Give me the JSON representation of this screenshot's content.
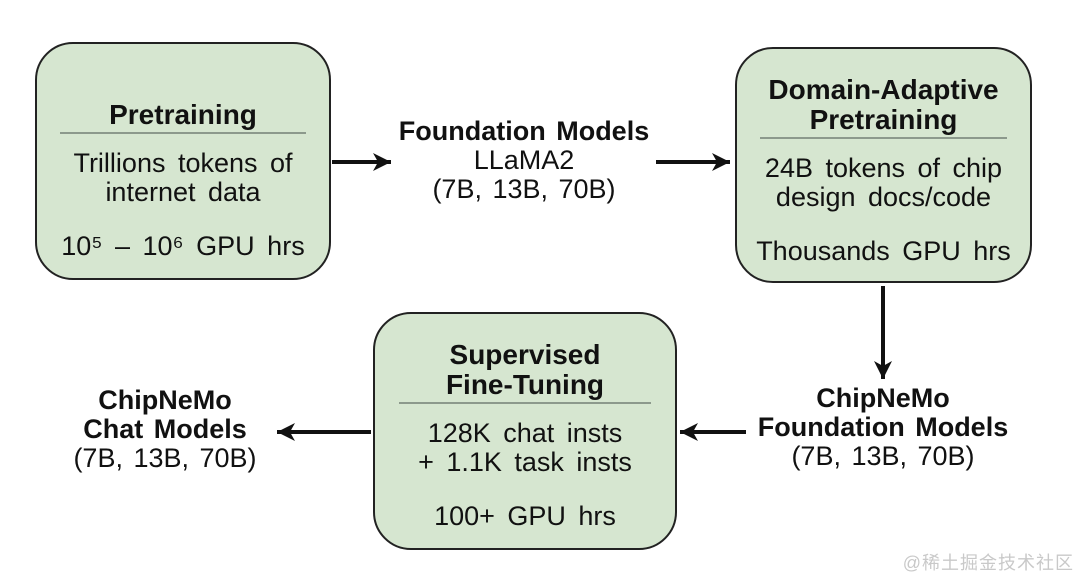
{
  "colors": {
    "box_fill": "#d6e6d0",
    "box_border": "#222222",
    "divider_line": "#8c998c",
    "arrow": "#111111",
    "text": "#111111",
    "watermark_text": "#c9c9c9",
    "background": "#ffffff"
  },
  "diagram": {
    "boxes": [
      {
        "id": "pretraining",
        "title_lines": [
          "Pretraining"
        ],
        "body_lines": [
          "Trillions tokens of",
          "internet data"
        ],
        "gpu_line": "10⁵ – 10⁶ GPU hrs"
      },
      {
        "id": "domain-adaptive-pretraining",
        "title_lines": [
          "Domain-Adaptive",
          "Pretraining"
        ],
        "body_lines": [
          "24B tokens of chip",
          "design docs/code"
        ],
        "gpu_line": "Thousands GPU hrs"
      },
      {
        "id": "supervised-fine-tuning",
        "title_lines": [
          "Supervised",
          "Fine-Tuning"
        ],
        "body_lines": [
          "128K chat insts",
          "+ 1.1K task insts"
        ],
        "gpu_line": "100+ GPU hrs"
      }
    ],
    "labels": [
      {
        "id": "foundation-models",
        "lines": [
          "Foundation Models",
          "LLaMA2",
          "(7B, 13B, 70B)"
        ]
      },
      {
        "id": "chipnemo-foundation-models",
        "lines": [
          "ChipNeMo",
          "Foundation Models",
          "(7B, 13B, 70B)"
        ]
      },
      {
        "id": "chipnemo-chat-models",
        "lines": [
          "ChipNeMo",
          "Chat Models",
          "(7B, 13B, 70B)"
        ]
      }
    ],
    "arrows": [
      {
        "id": "pretraining-to-foundation",
        "direction": "right"
      },
      {
        "id": "foundation-to-dapt",
        "direction": "right"
      },
      {
        "id": "dapt-to-chipnemo-foundation",
        "direction": "down"
      },
      {
        "id": "chipnemo-foundation-to-sft",
        "direction": "left"
      },
      {
        "id": "sft-to-chipnemo-chat",
        "direction": "left"
      }
    ]
  },
  "watermark": {
    "text": "@稀土掘金技术社区"
  }
}
